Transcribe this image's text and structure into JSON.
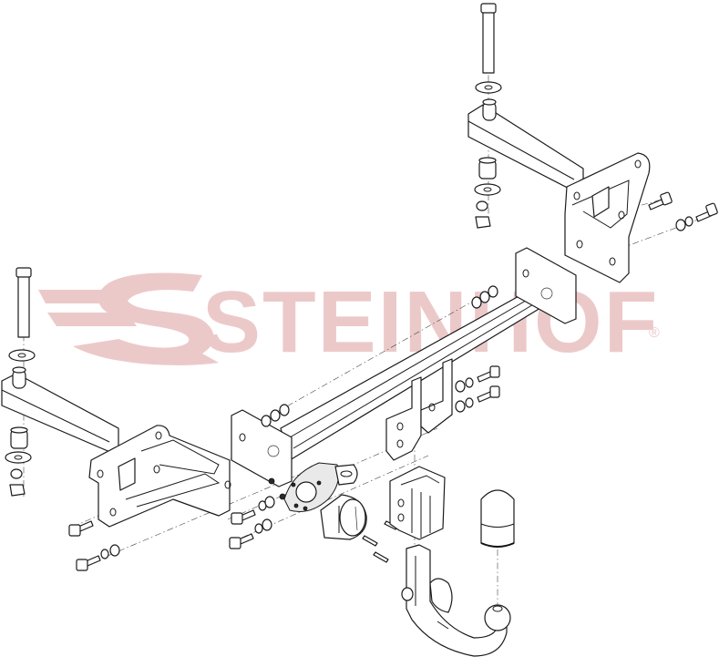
{
  "diagram": {
    "type": "exploded-view technical drawing",
    "subject": "detachable towbar assembly",
    "watermark": {
      "text": "STEINHOF",
      "registered_mark": "®",
      "color": "#ecc9c9"
    },
    "line_color": "#1a1a1a",
    "background": "#ffffff",
    "parts": [
      {
        "id": "left-long-bolt",
        "label": "long bolt (left)"
      },
      {
        "id": "left-washer-top",
        "label": "washer"
      },
      {
        "id": "left-side-arm",
        "label": "left side arm"
      },
      {
        "id": "left-spacer",
        "label": "spacer sleeve"
      },
      {
        "id": "left-washer-bottom",
        "label": "washer"
      },
      {
        "id": "left-lock-washer",
        "label": "lock washer"
      },
      {
        "id": "left-nut",
        "label": "nut"
      },
      {
        "id": "left-bracket",
        "label": "left mounting bracket"
      },
      {
        "id": "right-long-bolt",
        "label": "long bolt (right)"
      },
      {
        "id": "right-washer-top",
        "label": "washer"
      },
      {
        "id": "right-side-arm",
        "label": "right side arm"
      },
      {
        "id": "right-spacer",
        "label": "spacer sleeve"
      },
      {
        "id": "right-bracket",
        "label": "right mounting bracket"
      },
      {
        "id": "cross-beam",
        "label": "main cross beam"
      },
      {
        "id": "center-plates",
        "label": "center mounting plates"
      },
      {
        "id": "socket-bracket",
        "label": "electrical socket bracket"
      },
      {
        "id": "socket",
        "label": "13-pin electrical socket"
      },
      {
        "id": "receiver",
        "label": "detachable ball receiver"
      },
      {
        "id": "tow-ball-neck",
        "label": "detachable tow ball neck"
      },
      {
        "id": "ball-cap",
        "label": "tow ball cap"
      },
      {
        "id": "bolts-set",
        "label": "hex bolts, washers and nuts"
      }
    ]
  }
}
